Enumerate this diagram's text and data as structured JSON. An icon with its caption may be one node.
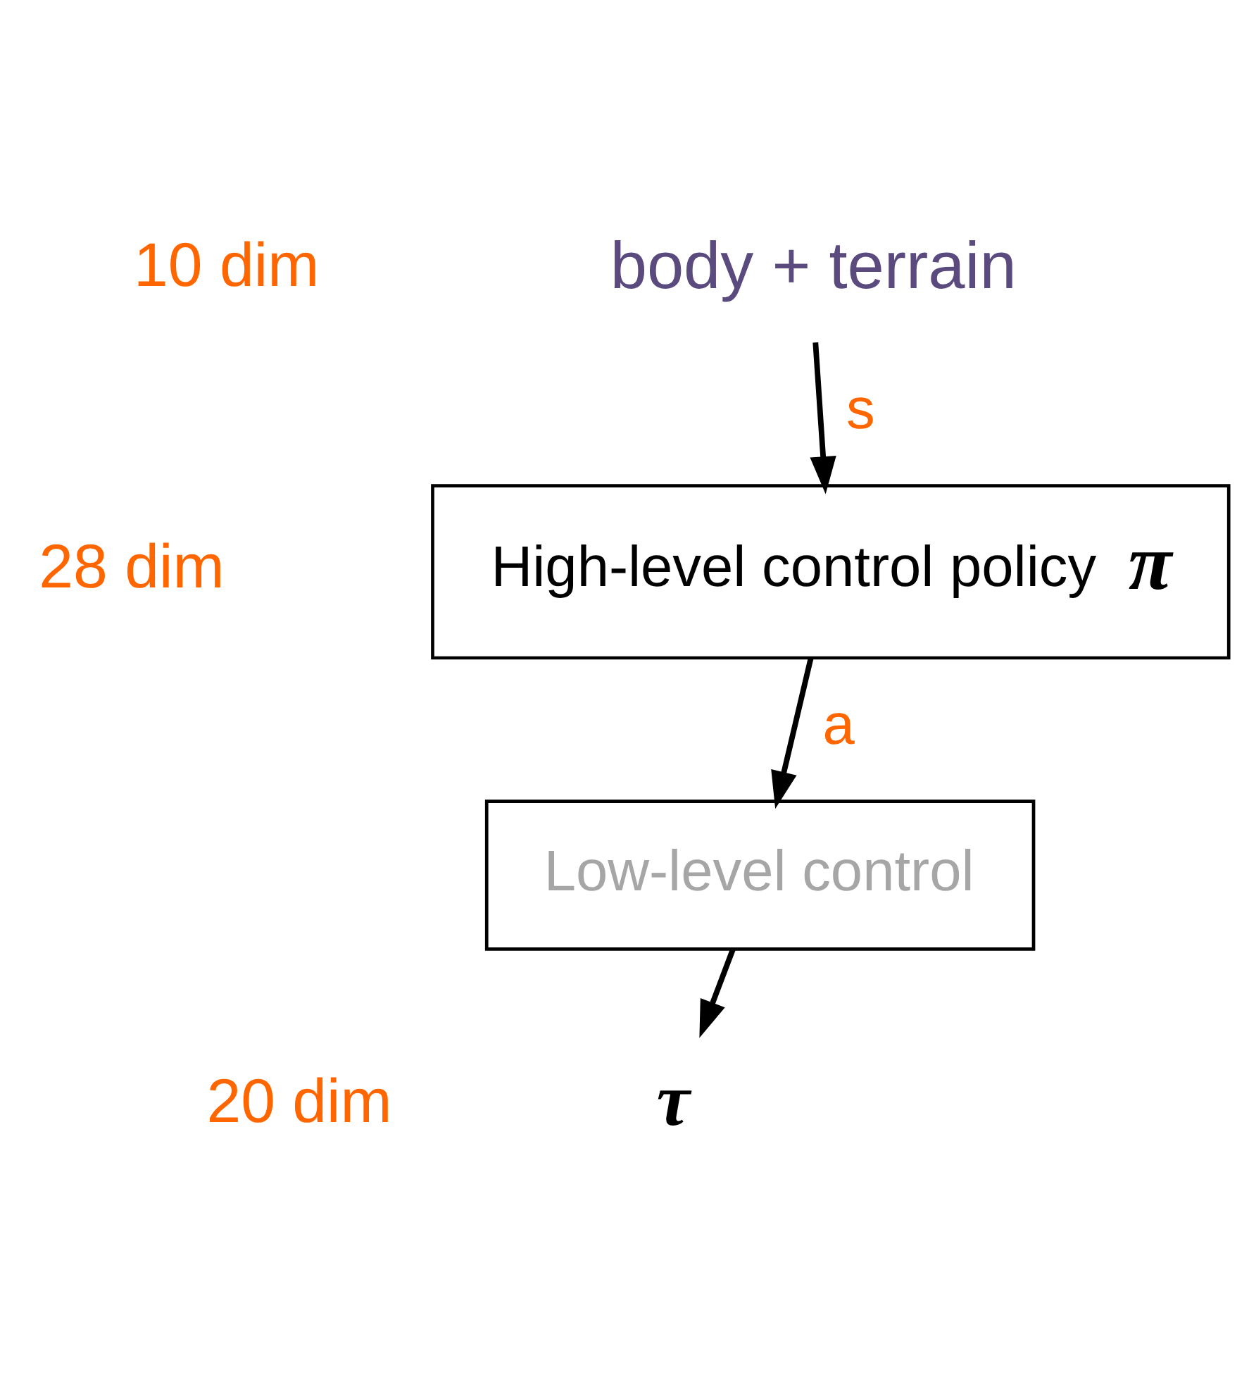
{
  "diagram": {
    "nodes": [
      {
        "text": [
          "body + terrain"
        ]
      },
      {
        "text": [
          "High-level control policy",
          "π"
        ]
      },
      {
        "text": [
          "Low-level control"
        ]
      },
      {
        "text": [
          "τ"
        ]
      }
    ],
    "edges": [
      {
        "from": 0,
        "to": 1,
        "arrow": "to",
        "label": "s"
      },
      {
        "from": 1,
        "to": 2,
        "arrow": "to",
        "label": "a"
      },
      {
        "from": 2,
        "to": 3,
        "arrow": "to"
      }
    ],
    "labels": [
      "10 dim",
      "28 dim",
      "20 dim"
    ]
  }
}
